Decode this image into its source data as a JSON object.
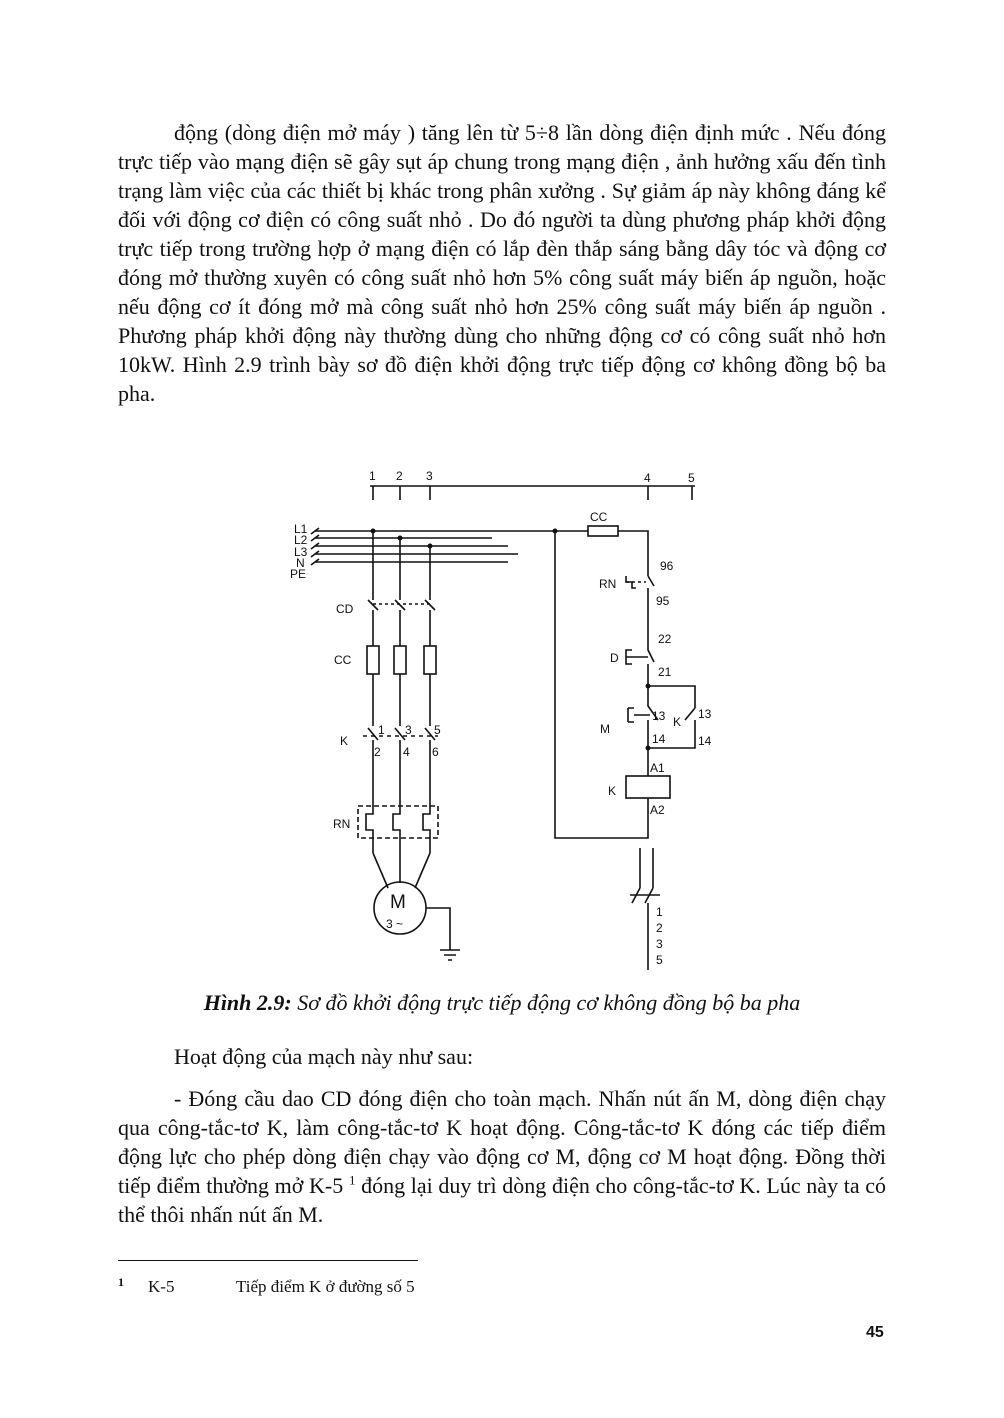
{
  "intro_paragraph": "động (dòng điện mở máy ) tăng lên từ 5÷8 lần dòng điện định mức . Nếu đóng trực tiếp vào mạng điện sẽ gây sụt áp chung trong mạng điện , ảnh hưởng xấu đến tình trạng làm việc của các thiết bị khác trong phân xưởng . Sự giảm áp này không đáng kể đối với động cơ điện có công suất nhỏ . Do đó người ta dùng phương pháp khởi động trực tiếp trong trường hợp ở mạng điện có lắp đèn thắp sáng bằng dây tóc và động cơ đóng mở thường xuyên có công suất nhỏ hơn 5% công suất máy biến áp nguồn, hoặc nếu động cơ ít đóng mở mà công suất nhỏ hơn 25% công suất máy biến áp nguồn . Phương pháp khởi động này thường dùng cho những động cơ có công suất nhỏ hơn 10kW. Hình 2.9 trình bày sơ đồ điện khởi động trực tiếp động cơ không đồng bộ ba pha.",
  "figure": {
    "line_numbers": [
      "1",
      "2",
      "3",
      "4",
      "5"
    ],
    "power_lines": [
      "L1",
      "L2",
      "L3",
      "N",
      "PE"
    ],
    "main_circuit": {
      "switch": "CD",
      "fuses": "CC",
      "contactor": "K",
      "contact_top_numbers": [
        "1",
        "3",
        "5"
      ],
      "contact_bottom_numbers": [
        "2",
        "4",
        "6"
      ],
      "thermal_relay": "RN",
      "motor_symbol": "M",
      "motor_phase": "3 ~"
    },
    "control_circuit": {
      "fuse": "CC",
      "relay_contact": "RN",
      "relay_terminals": [
        "96",
        "95"
      ],
      "stop_button": "D",
      "stop_terminals": [
        "22",
        "21"
      ],
      "start_button": "M",
      "start_terminals": [
        "13",
        "14"
      ],
      "hold_contact": "K",
      "hold_terminals": [
        "13",
        "14"
      ],
      "coil": "K",
      "coil_terminals": [
        "A1",
        "A2"
      ],
      "contact_line_numbers": [
        "1",
        "2",
        "3",
        "5"
      ]
    }
  },
  "caption": {
    "label": "Hình 2.9:",
    "text": "Sơ đồ khởi động trực tiếp động cơ không đồng bộ ba pha"
  },
  "operation_title": "Hoạt động của mạch này như sau:",
  "operation_paragraph": {
    "text_before": "- Đóng cầu dao CD đóng điện cho toàn mạch. Nhấn nút ấn M, dòng điện chạy qua công-tắc-tơ K, làm công-tắc-tơ K hoạt động. Công-tắc-tơ K đóng các tiếp điểm động lực cho phép dòng điện chạy vào động cơ M, động cơ M hoạt động. Đồng thời tiếp điểm thường mở K-5",
    "footnote_ref": "1",
    "text_after": "đóng lại duy trì dòng điện cho công-tắc-tơ K. Lúc này ta có thể thôi nhấn nút ấn M."
  },
  "footnote": {
    "mark": "1",
    "term": "K-5",
    "definition": "Tiếp điểm K ở đường số 5"
  },
  "page_number": "45"
}
